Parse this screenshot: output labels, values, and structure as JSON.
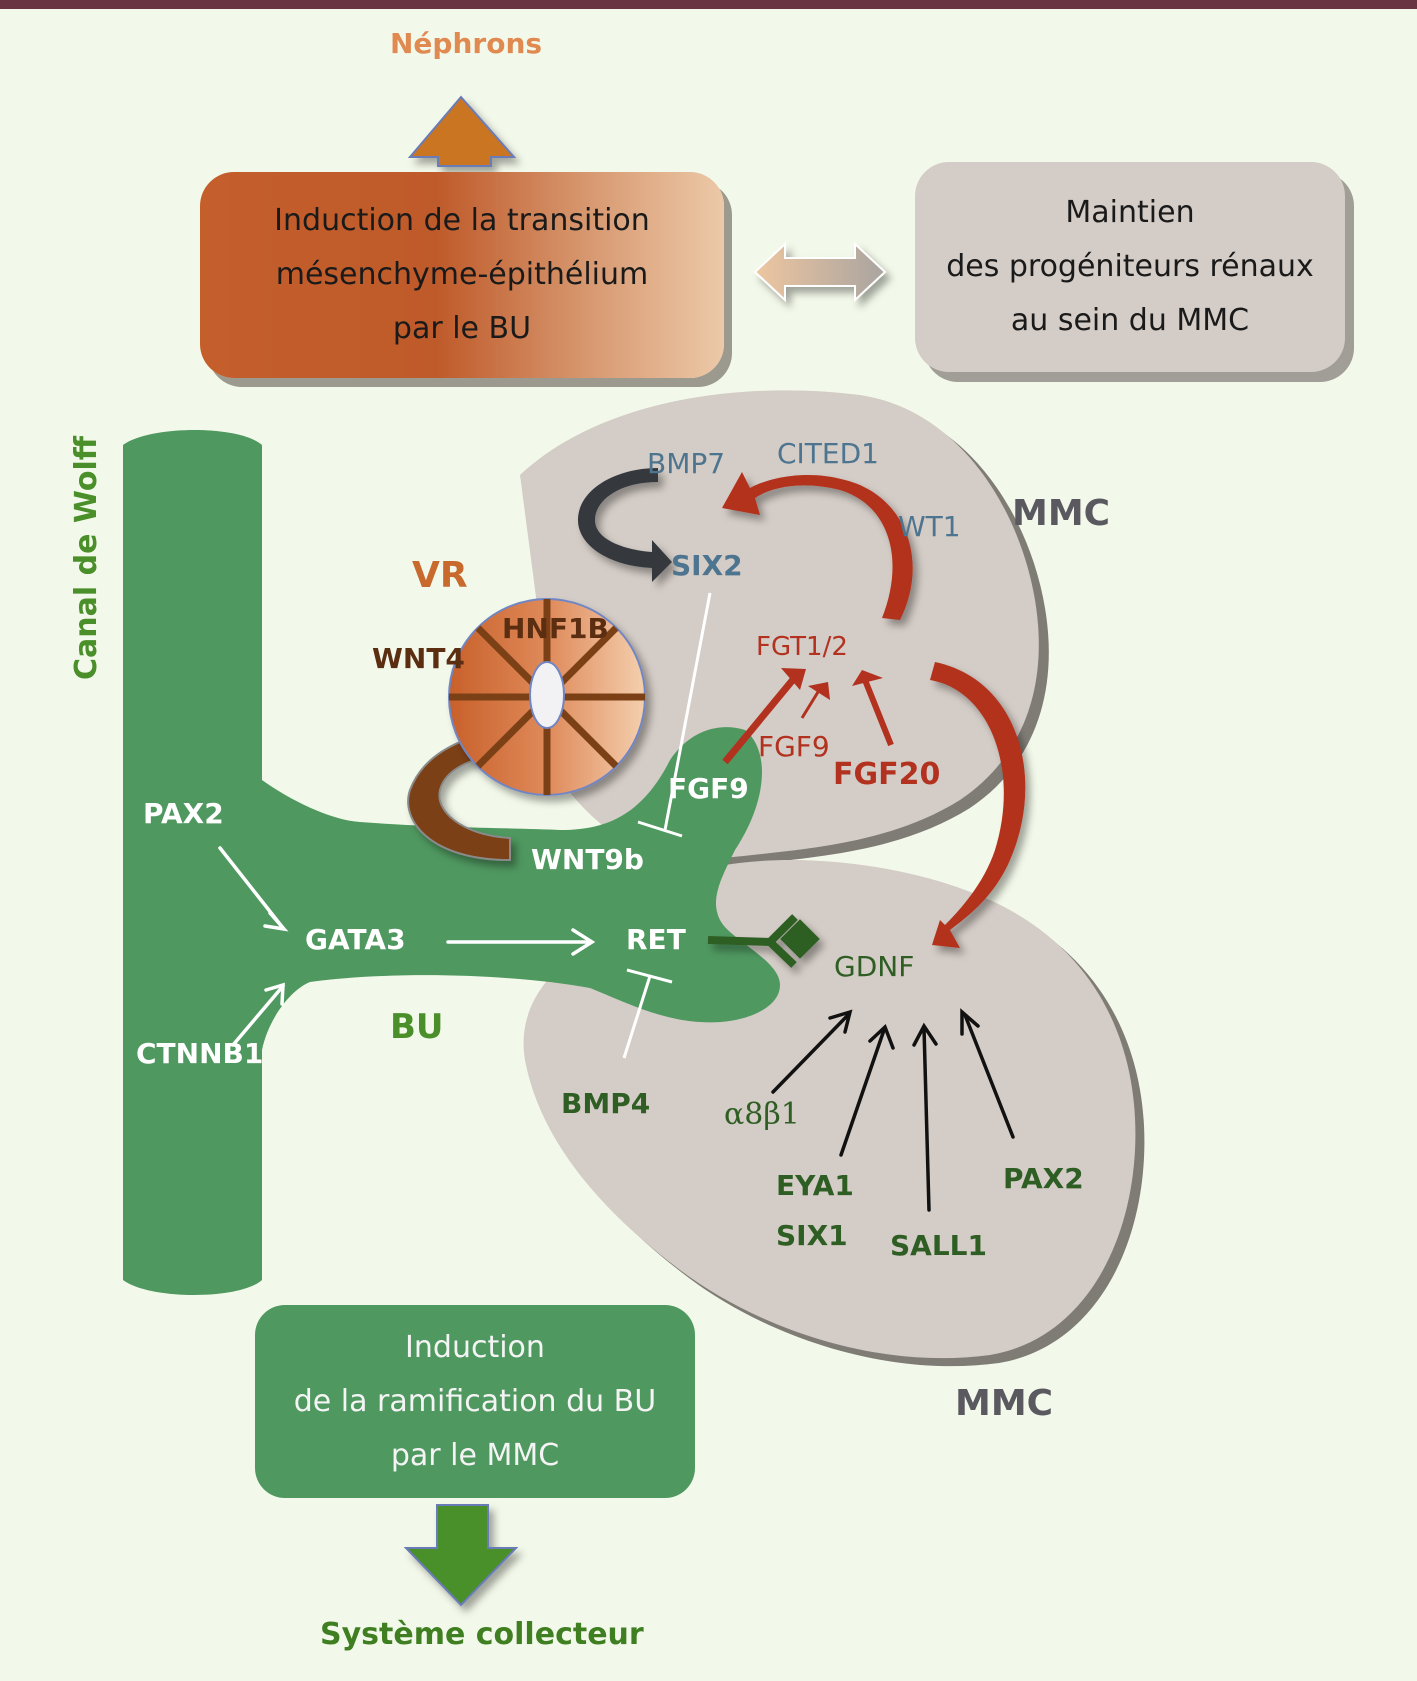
{
  "top_output": {
    "label": "Néphrons"
  },
  "bottom_output": {
    "label": "Système collecteur"
  },
  "boxes": {
    "emt": {
      "lines": [
        "Induction de la transition",
        "mésenchyme-épithélium",
        "par le BU"
      ]
    },
    "maintenance": {
      "lines": [
        "Maintien",
        "des progéniteurs rénaux",
        "au sein du MMC"
      ]
    },
    "branching": {
      "lines": [
        "Induction",
        "de la ramification du BU",
        "par le MMC"
      ]
    }
  },
  "regions": {
    "wolff": "Canal de Wolff",
    "bu": "BU",
    "vr": "VR",
    "mmc_top": "MMC",
    "mmc_bottom": "MMC"
  },
  "genes": {
    "wolff_pax2": "PAX2",
    "ctnnb1": "CTNNB1",
    "gata3": "GATA3",
    "ret": "RET",
    "wnt9b": "WNT9b",
    "fgf9_bud": "FGF9",
    "bmp4": "BMP4",
    "wnt4": "WNT4",
    "hnf1b": "HNF1B",
    "bmp7": "BMP7",
    "cited1": "CITED1",
    "wt1": "WT1",
    "six2": "SIX2",
    "fgt12": "FGT1/2",
    "fgf9_mmc": "FGF9",
    "fgf20": "FGF20",
    "gdnf": "GDNF",
    "a8b1": "α8β1",
    "eya1": "EYA1",
    "six1": "SIX1",
    "sall1": "SALL1",
    "mmc_pax2": "PAX2"
  },
  "colors": {
    "background": "#f3f9ea",
    "header_bar": "#6a3542",
    "bud_green": "#4f9860",
    "dark_green": "#2f5e24",
    "label_green": "#4a8f2a",
    "mmc_gray": "#d4ccc6",
    "mmc_shadow": "#7f7c76",
    "signal_red": "#b2311f",
    "cap_blue": "#4e7590",
    "vr_orange": "#c86a2e",
    "wnt4_brown": "#5b2d11",
    "nephron_orange": "#e08a52"
  }
}
